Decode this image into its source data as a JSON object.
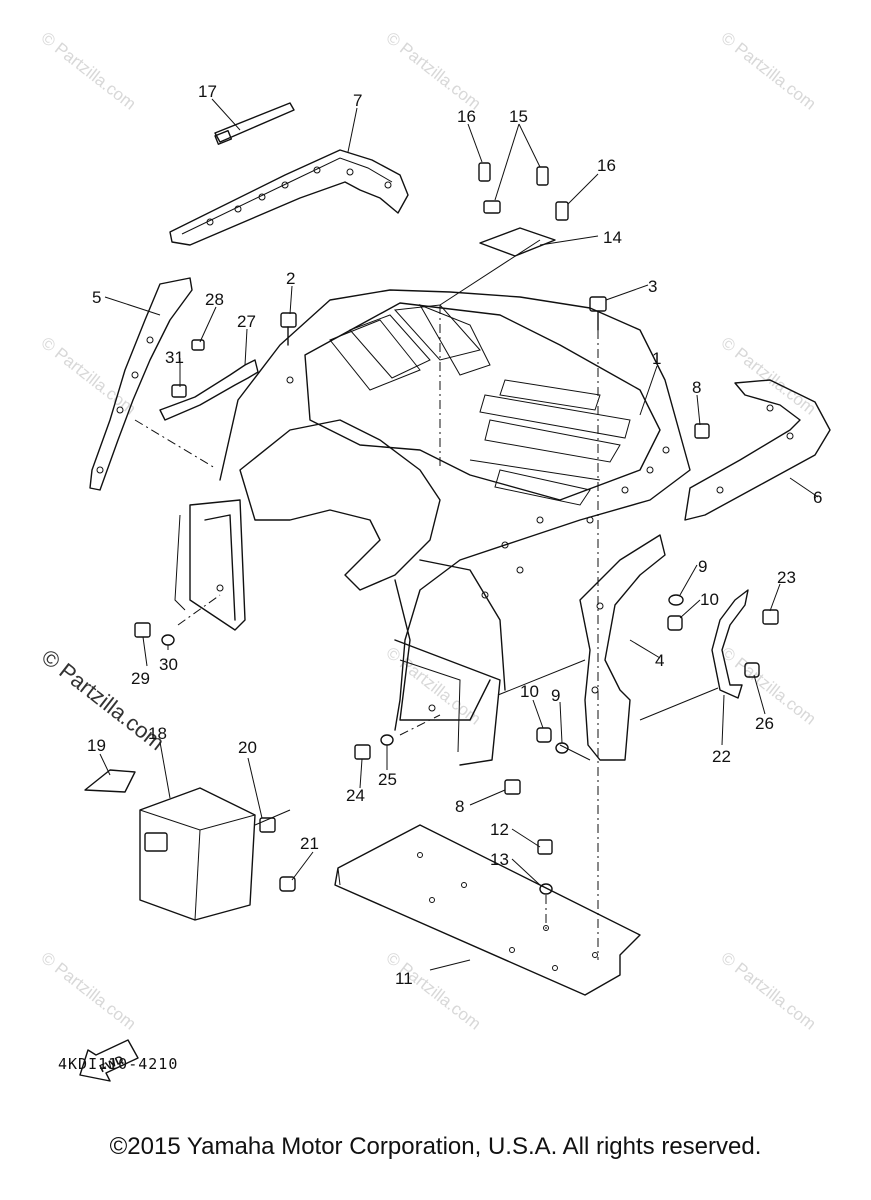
{
  "diagram_code": "4KDI110-4210",
  "copyright": "©2015 Yamaha Motor Corporation, U.S.A. All rights reserved.",
  "fwd_label": "FWD",
  "watermark_text": "© Partzilla.com",
  "callouts": {
    "c1": "1",
    "c2": "2",
    "c3": "3",
    "c4": "4",
    "c5": "5",
    "c6": "6",
    "c7": "7",
    "c8a": "8",
    "c8b": "8",
    "c9a": "9",
    "c9b": "9",
    "c10a": "10",
    "c10b": "10",
    "c11": "11",
    "c12": "12",
    "c13": "13",
    "c14": "14",
    "c15": "15",
    "c16a": "16",
    "c16b": "16",
    "c17": "17",
    "c18": "18",
    "c19": "19",
    "c20": "20",
    "c21": "21",
    "c22": "22",
    "c23": "23",
    "c24": "24",
    "c25": "25",
    "c26": "26",
    "c27": "27",
    "c28": "28",
    "c29": "29",
    "c30": "30",
    "c31": "31"
  }
}
